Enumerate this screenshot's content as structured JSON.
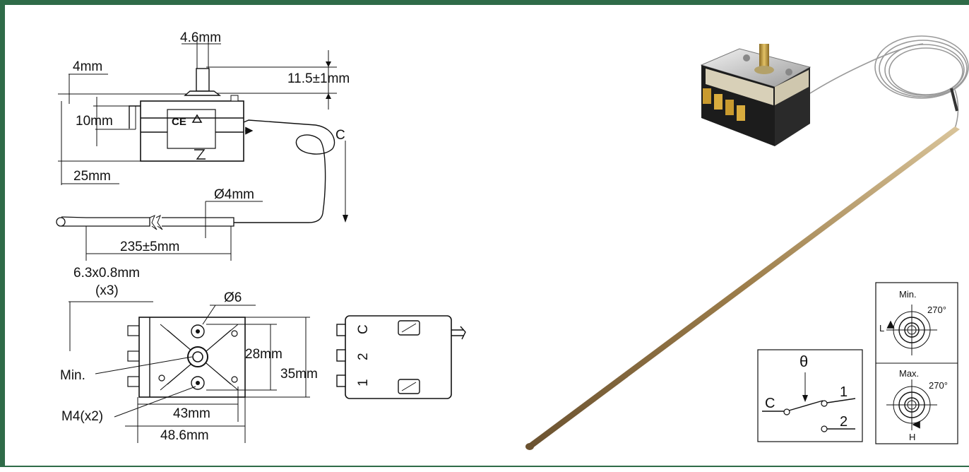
{
  "drawing": {
    "side_view": {
      "shaft_dia": "4.6mm",
      "shaft_height": "11.5±1mm",
      "bracket_width": "4mm",
      "terminal_offset": "10mm",
      "body_height": "25mm",
      "bulb_dia": "Ø4mm",
      "bulb_length": "235±5mm",
      "capillary_label": "C"
    },
    "front_view": {
      "terminal_size": "6.3x0.8mm",
      "terminal_count": "(x3)",
      "hole_dia": "Ø6",
      "min_label": "Min.",
      "screw_label": "M4(x2)",
      "hole_pitch": "28mm",
      "body_depth": "35mm",
      "mount_pitch": "43mm",
      "body_width": "48.6mm"
    },
    "terminal_view": {
      "labels": [
        "C",
        "2",
        "1"
      ]
    },
    "switch_diagram": {
      "theta": "θ",
      "common": "C",
      "contact1": "1",
      "contact2": "2"
    },
    "rotation_diagram": {
      "min_label": "Min.",
      "max_label": "Max.",
      "angle_min": "270°",
      "angle_max": "270°",
      "low": "L",
      "high": "H"
    }
  }
}
